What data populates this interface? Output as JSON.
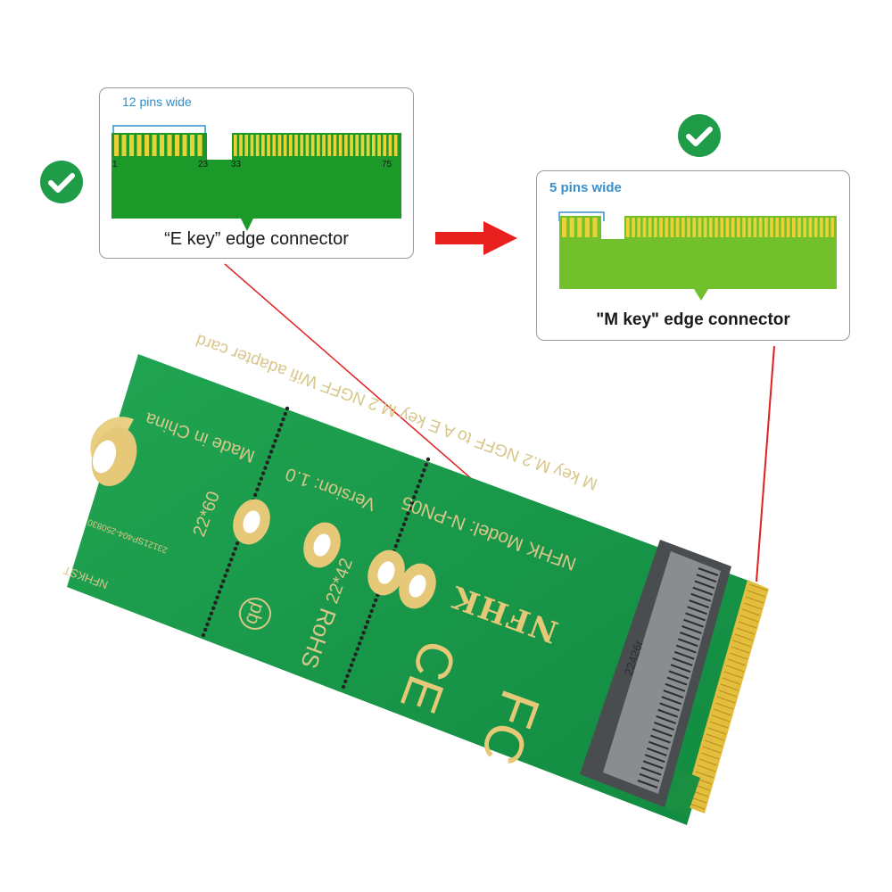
{
  "e_key": {
    "pin_note": "12 pins wide",
    "caption": "“E key”  edge connector",
    "pin_labels": [
      "1",
      "23",
      "33",
      "75"
    ]
  },
  "m_key": {
    "pin_note": "5 pins wide",
    "caption": "\"M key\" edge connector"
  },
  "board": {
    "line1": "M key M.2 NGFF to A E key M.2 NGFF Wifi adapter card",
    "model": "NFHK Model: N-PN05",
    "version": "Version: 1.0",
    "origin": "Made in China",
    "size_60": "22*60",
    "size_42": "22*42",
    "rohs": "RoHS",
    "pb": "pb",
    "brand": "NFHK",
    "serial": "23121SP404-250830",
    "brand_small": "NFHKST",
    "socket_code": "22426r",
    "ce": "CE",
    "fc": "FC"
  },
  "colors": {
    "pcb_green": "#159a4a",
    "pcb_text": "#d8c78a",
    "gold": "#e8c24a",
    "callout_green": "#1b9a2a",
    "arrow_red": "#e8201e",
    "check_green": "#1f9c47"
  },
  "icons": [
    "check-icon",
    "arrow-right-icon"
  ]
}
